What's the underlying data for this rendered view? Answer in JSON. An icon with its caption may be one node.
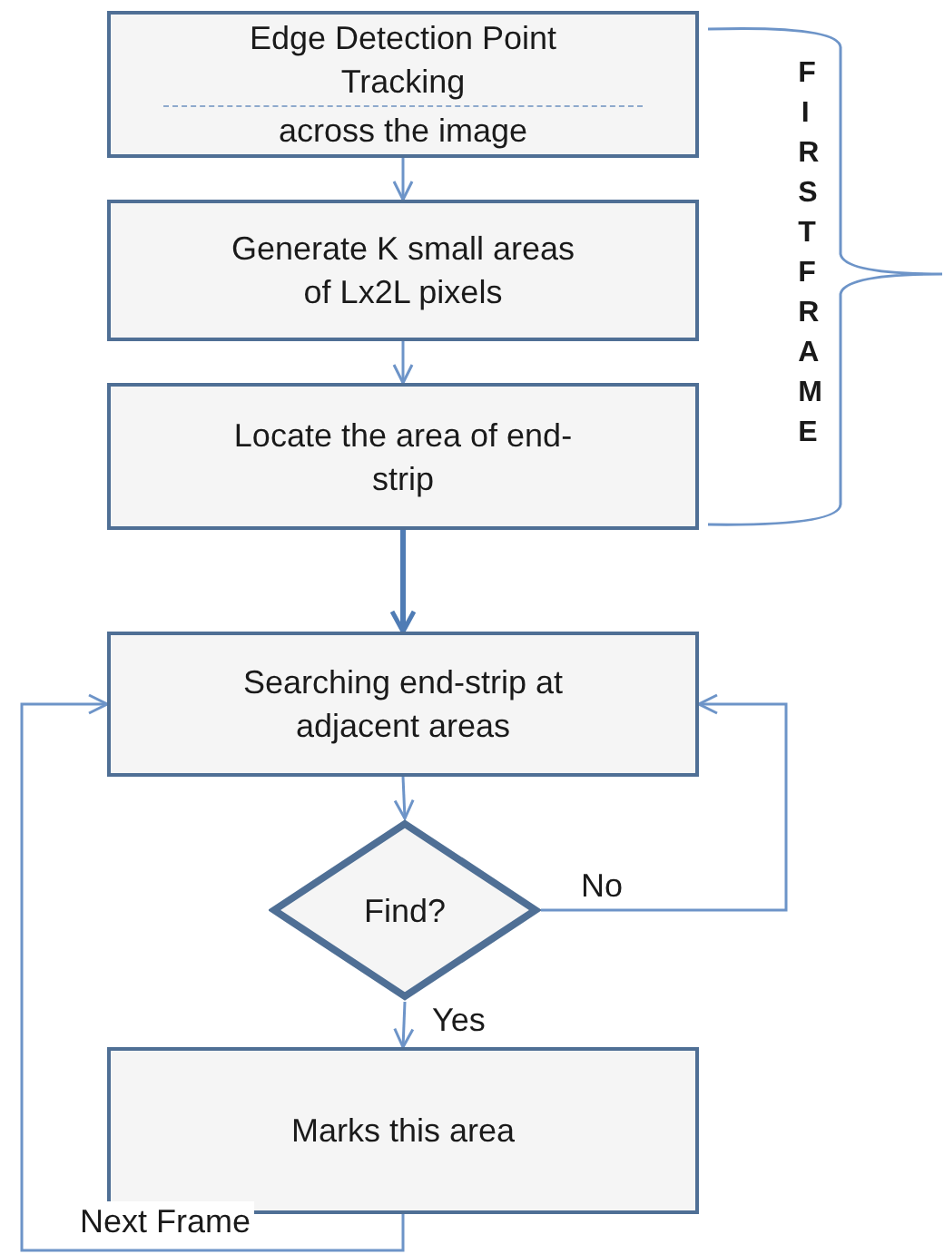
{
  "diagram": {
    "nodes": [
      {
        "text": [
          "Edge Detection Point Tracking",
          "across the image"
        ]
      },
      {
        "text": [
          "Generate K small areas of Lx2L pixels"
        ]
      },
      {
        "text": [
          "Locate the area of end-strip"
        ]
      },
      {
        "text": [
          "Searching end-strip at adjacent areas"
        ]
      },
      {
        "text": [
          "Find?"
        ]
      },
      {
        "text": [
          "Marks this area"
        ]
      }
    ],
    "edges": [
      {
        "from": 0,
        "to": 1,
        "arrow": "to"
      },
      {
        "from": 1,
        "to": 2,
        "arrow": "to"
      },
      {
        "from": 2,
        "to": 3,
        "arrow": "to",
        "style": "thick"
      },
      {
        "from": 3,
        "to": 4,
        "arrow": "to"
      },
      {
        "from": 4,
        "to": 3,
        "arrow": "to",
        "label": "No"
      },
      {
        "from": 4,
        "to": 5,
        "arrow": "to",
        "label": "Yes"
      },
      {
        "from": 5,
        "to": 3,
        "arrow": "to",
        "label": "Next Frame"
      }
    ],
    "labels": [
      "FIRST FRAME"
    ]
  }
}
